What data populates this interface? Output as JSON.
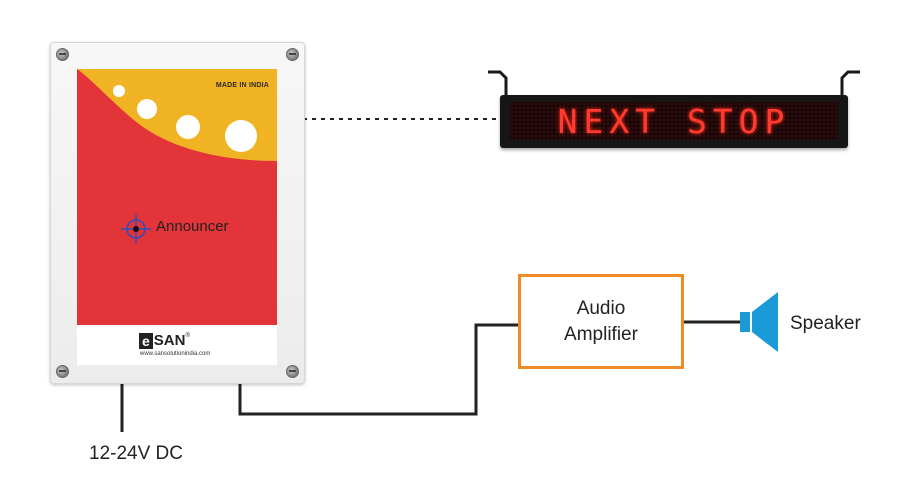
{
  "device": {
    "made_in": "MADE IN INDIA",
    "name": "Announcer",
    "brand_e": "e",
    "brand_san": "SAN",
    "brand_reg": "®",
    "website": "www.sansolutionindia.com"
  },
  "display": {
    "text": "NEXT STOP"
  },
  "amplifier": {
    "line1": "Audio",
    "line2": "Amplifier"
  },
  "speaker": {
    "label": "Speaker"
  },
  "power": {
    "label": "12-24V DC"
  },
  "colors": {
    "device_red": "#e3343a",
    "device_yellow": "#f0b324",
    "amp_border": "#f08a24",
    "speaker_blue": "#1a9ad6",
    "led_text": "#ff3b2f"
  },
  "icons": [
    "screw-icon",
    "crosshair-icon",
    "speaker-icon"
  ]
}
